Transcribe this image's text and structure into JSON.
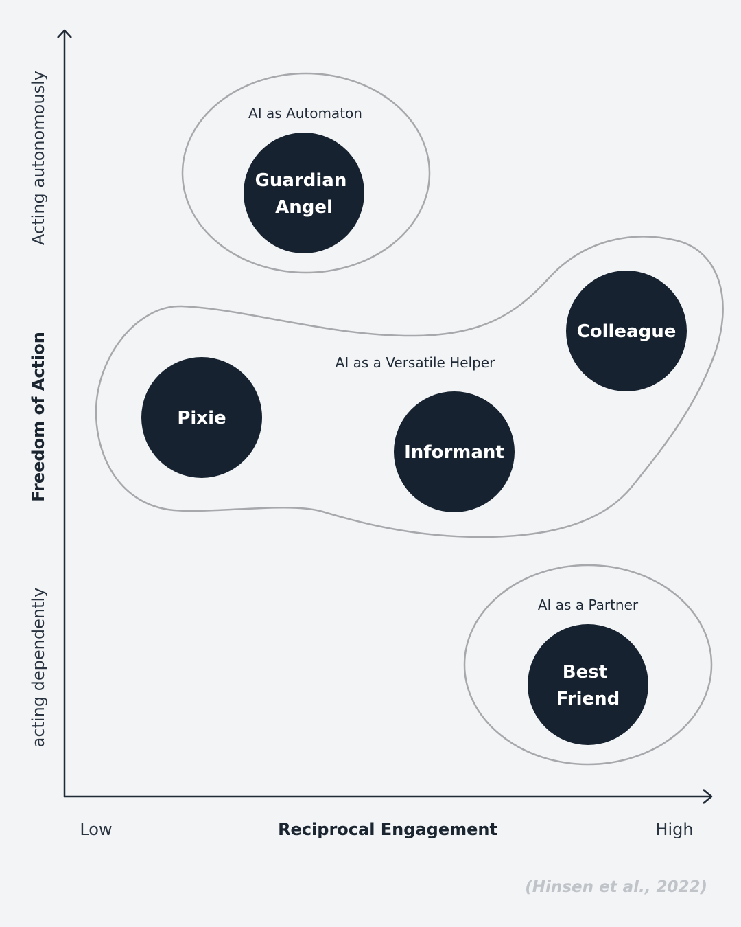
{
  "axes": {
    "x_title": "Reciprocal Engagement",
    "x_low": "Low",
    "x_high": "High",
    "y_title": "Freedom of Action",
    "y_high": "Acting autonomously",
    "y_low": "acting dependently"
  },
  "groups": {
    "automaton": "AI as Automaton",
    "versatile_helper": "AI as a Versatile Helper",
    "partner": "AI as a Partner"
  },
  "nodes": {
    "guardian_angel": [
      "Guardian",
      "Angel"
    ],
    "pixie": "Pixie",
    "informant": "Informant",
    "colleague": "Colleague",
    "best_friend": [
      "Best",
      "Friend"
    ]
  },
  "citation": "(Hinsen et al., 2022)",
  "colors": {
    "background": "#f2f4f6",
    "node_fill": "#16222f",
    "outline": "#a6a8ab",
    "axis": "#1f2a36"
  }
}
